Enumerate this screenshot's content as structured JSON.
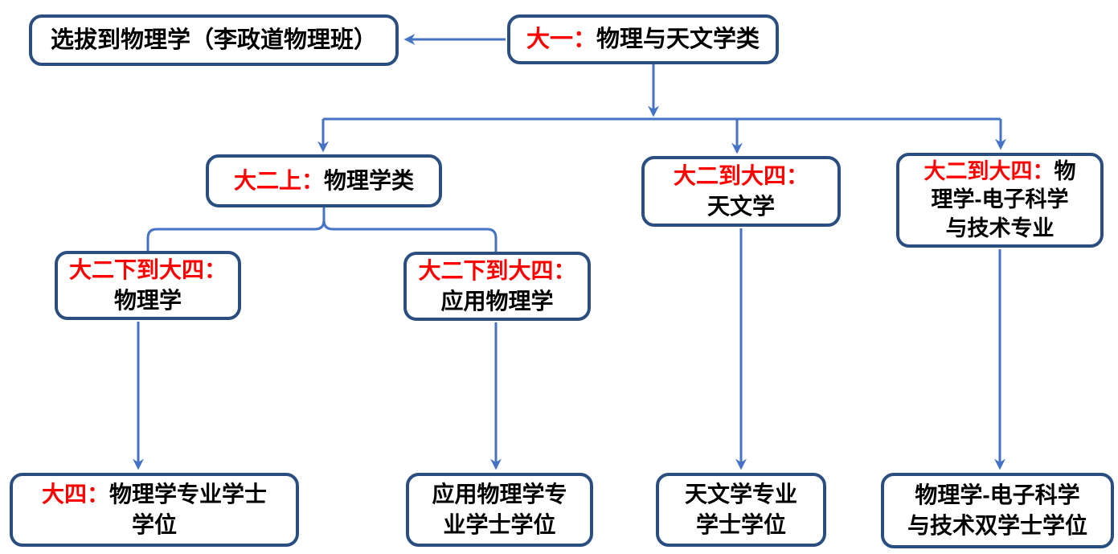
{
  "colors": {
    "box_border": "#2B4E80",
    "connector": "#4472C4",
    "highlight": "#FF0000",
    "text": "#000000",
    "background": "#FFFFFF"
  },
  "nodes": {
    "selection": {
      "text": "选拔到物理学（李政道物理班）"
    },
    "year1": {
      "prefix": "大一：",
      "text": "物理与天文学类"
    },
    "soph_fall": {
      "prefix": "大二上：",
      "text": "物理学类"
    },
    "astronomy": {
      "prefix": "大二到大四：",
      "text": "天文学"
    },
    "phys_ee": {
      "prefix": "大二到大四：",
      "line1": "物",
      "line2": "理学-电子科学",
      "line3": "与技术专业"
    },
    "physics": {
      "prefix": "大二下到大四：",
      "text": "物理学"
    },
    "applied": {
      "prefix": "大二下到大四：",
      "text": "应用物理学"
    },
    "deg_physics": {
      "prefix": "大四：",
      "line1": "物理学专业学士",
      "line2": "学位"
    },
    "deg_applied": {
      "line1": "应用物理学专",
      "line2": "业学士学位"
    },
    "deg_astro": {
      "line1": "天文学专业",
      "line2": "学士学位"
    },
    "deg_ee": {
      "line1": "物理学-电子科学",
      "line2": "与技术双学士学位"
    }
  }
}
